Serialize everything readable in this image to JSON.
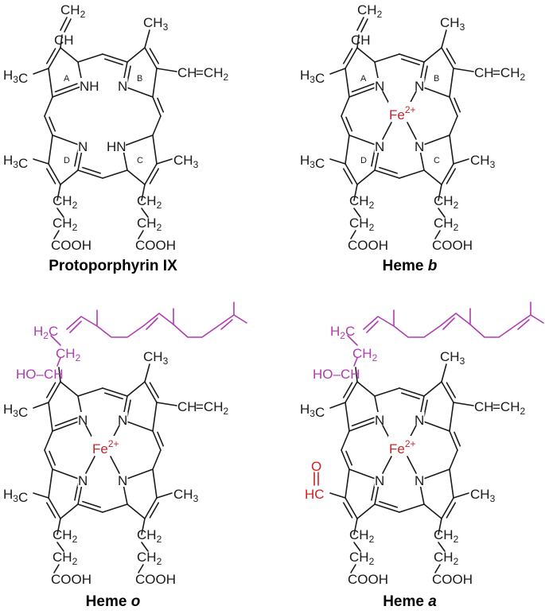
{
  "panels": [
    {
      "title": "Protoporphyrin IX",
      "title_italic": "",
      "center_label": "",
      "center_sup": "",
      "n_top_left": "NH",
      "n_top_right": "N",
      "n_bot_left": "N",
      "n_bot_right": "HN",
      "ring_labels": [
        "A",
        "B",
        "C",
        "D"
      ],
      "substituents": {
        "ch": "CH",
        "ch2_vinyl": "CH2",
        "h3c": "H3C",
        "ch3": "CH3",
        "vinyl_right": "CH=CH2",
        "ch2": "CH2",
        "cooh": "COOH"
      }
    },
    {
      "title": "Heme ",
      "title_italic": "b",
      "center_label": "Fe",
      "center_sup": "2+",
      "n_top_left": "N",
      "n_top_right": "N",
      "n_bot_left": "N",
      "n_bot_right": "N",
      "ring_labels": [
        "A",
        "B",
        "C",
        "D"
      ]
    },
    {
      "title": "Heme ",
      "title_italic": "o",
      "center_label": "Fe",
      "center_sup": "2+",
      "side_chain": {
        "ho_ch": "HO–CH",
        "ch2": "CH2",
        "h2c": "H2C"
      }
    },
    {
      "title": "Heme ",
      "title_italic": "a",
      "center_label": "Fe",
      "center_sup": "2+",
      "side_chain": {
        "ho_ch": "HO–CH",
        "ch2": "CH2",
        "h2c": "H2C"
      },
      "formyl": {
        "o": "O",
        "hc": "HC"
      }
    }
  ],
  "labels": {
    "h3c": "H3C",
    "ch3": "CH3",
    "ch": "CH",
    "ch2": "CH2",
    "cooh": "COOH",
    "vinyl": "CH=CH2"
  }
}
